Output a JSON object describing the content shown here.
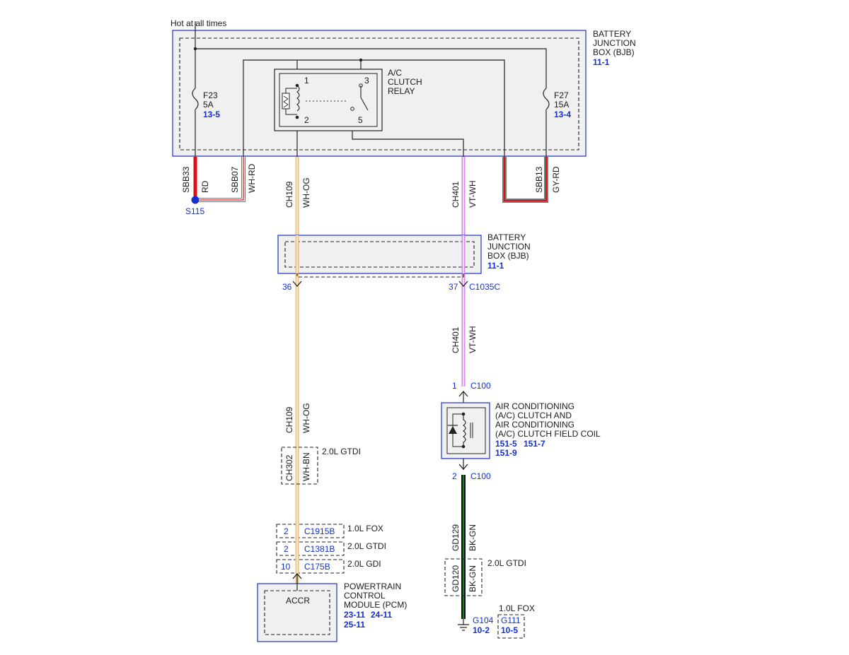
{
  "power_label": "Hot at all times",
  "bjb_top": {
    "name": [
      "BATTERY",
      "JUNCTION",
      "BOX (BJB)"
    ],
    "ref": "11-1"
  },
  "fuse_f23": {
    "name": "F23",
    "rating": "5A",
    "ref": "13-5"
  },
  "fuse_f27": {
    "name": "F27",
    "rating": "15A",
    "ref": "13-4"
  },
  "relay": {
    "name": [
      "A/C",
      "CLUTCH",
      "RELAY"
    ],
    "pins": [
      "1",
      "2",
      "3",
      "5"
    ]
  },
  "wires_top": {
    "sbb33": {
      "circuit": "SBB33",
      "color": "RD"
    },
    "sbb07": {
      "circuit": "SBB07",
      "color": "WH-RD"
    },
    "ch109": {
      "circuit": "CH109",
      "color": "WH-OG"
    },
    "ch401": {
      "circuit": "CH401",
      "color": "VT-WH"
    },
    "sbb13": {
      "circuit": "SBB13",
      "color": "GY-RD"
    }
  },
  "splice": "S115",
  "bjb_mid": {
    "name": [
      "BATTERY",
      "JUNCTION",
      "BOX (BJB)"
    ],
    "ref": "11-1",
    "pin_left": "36",
    "pin_right": "37",
    "connector": "C1035C"
  },
  "ch401_mid": {
    "circuit": "CH401",
    "color": "VT-WH"
  },
  "ch109_mid": {
    "circuit": "CH109",
    "color": "WH-OG"
  },
  "ac_clutch": {
    "pin_top": "1",
    "pin_bottom": "2",
    "connector": "C100",
    "name": [
      "AIR CONDITIONING",
      "(A/C) CLUTCH AND",
      "AIR CONDITIONING",
      "(A/C) CLUTCH FIELD COIL"
    ],
    "refs": [
      "151-5",
      "151-7",
      "151-9"
    ]
  },
  "ch302": {
    "circuit": "CH302",
    "color": "WH-BN",
    "note": "2.0L GTDI"
  },
  "pcm_connectors": [
    {
      "pin": "2",
      "connector": "C1915B",
      "note": "1.0L FOX"
    },
    {
      "pin": "2",
      "connector": "C1381B",
      "note": "2.0L GTDI"
    },
    {
      "pin": "10",
      "connector": "C175B",
      "note": "2.0L GDI"
    }
  ],
  "pcm": {
    "pin_name": "ACCR",
    "name": [
      "POWERTRAIN",
      "CONTROL",
      "MODULE (PCM)"
    ],
    "refs": [
      "23-11",
      "24-11",
      "25-11"
    ]
  },
  "gd129": {
    "circuit": "GD129",
    "color": "BK-GN"
  },
  "gd120": {
    "circuit": "GD120",
    "color": "BK-GN",
    "note": "2.0L GTDI"
  },
  "grounds": {
    "g104": {
      "name": "G104",
      "ref": "10-2"
    },
    "g111": {
      "name": "G111",
      "ref": "10-5",
      "note": "1.0L FOX"
    }
  },
  "colors": {
    "accent_blue": "#1230d0",
    "red_wire": "#e01010",
    "violet_wire": "#d58be6",
    "orange_wire": "#e9c07a",
    "green_wire": "#0b5a12"
  }
}
